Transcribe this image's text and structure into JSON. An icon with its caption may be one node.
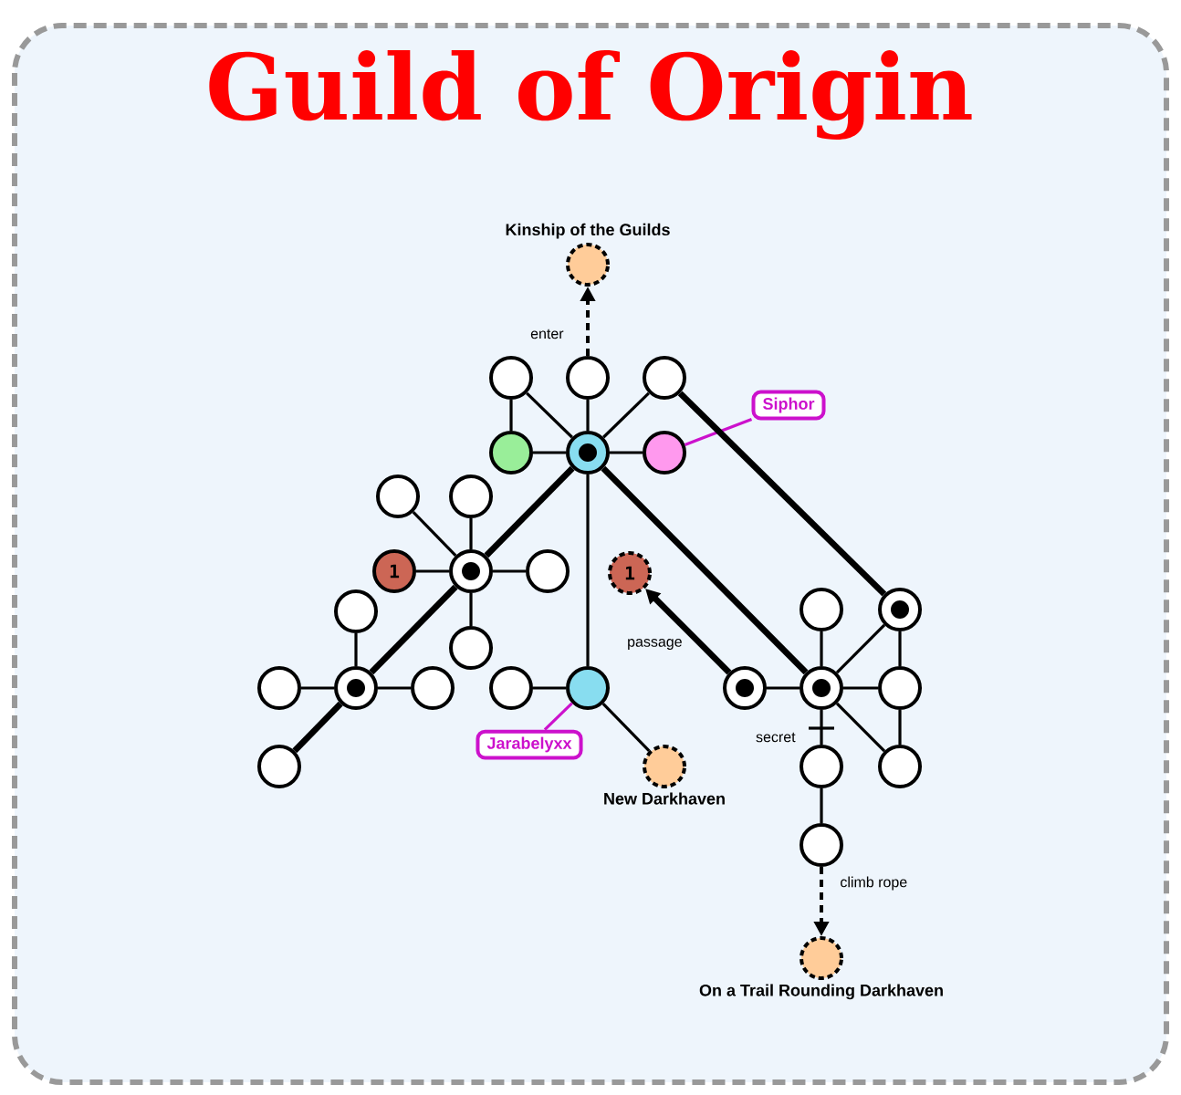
{
  "diagram": {
    "title": "Guild of Origin",
    "nodes": [
      {
        "text": [],
        "shape": "circle"
      },
      {
        "text": [],
        "shape": "circle"
      },
      {
        "text": [],
        "shape": "circle"
      },
      {
        "text": [],
        "shape": "circle"
      },
      {
        "text": [],
        "shape": "circle"
      },
      {
        "text": [],
        "shape": "circle"
      },
      {
        "text": [
          "Siphor"
        ]
      },
      {
        "text": [],
        "shape": "circle",
        "beside": [
          "Kinship of the Guilds"
        ]
      },
      {
        "text": [],
        "shape": "circle"
      },
      {
        "text": [],
        "shape": "circle"
      },
      {
        "text": [],
        "shape": "circle"
      },
      {
        "text": [
          "1"
        ]
      },
      {
        "text": [],
        "shape": "circle"
      },
      {
        "text": [],
        "shape": "circle"
      },
      {
        "text": [],
        "shape": "circle"
      },
      {
        "text": [],
        "shape": "circle"
      },
      {
        "text": [],
        "shape": "circle"
      },
      {
        "text": [],
        "shape": "circle"
      },
      {
        "text": [],
        "shape": "circle"
      },
      {
        "text": [],
        "shape": "circle"
      },
      {
        "text": [],
        "shape": "circle"
      },
      {
        "text": [],
        "shape": "circle",
        "beside": [
          "New Darkhaven"
        ]
      },
      {
        "text": [
          "Jarabelyxx"
        ]
      },
      {
        "text": [
          "1"
        ]
      },
      {
        "text": [],
        "shape": "circle"
      },
      {
        "text": [],
        "shape": "circle"
      },
      {
        "text": [],
        "shape": "circle"
      },
      {
        "text": [],
        "shape": "circle"
      },
      {
        "text": [],
        "shape": "circle"
      },
      {
        "text": [],
        "shape": "circle"
      },
      {
        "text": [],
        "shape": "circle"
      },
      {
        "text": [],
        "shape": "circle",
        "beside": [
          "On a Trail Rounding Darkhaven"
        ]
      },
      {
        "text": [],
        "shape": "circle"
      }
    ],
    "edges": [
      {
        "from": 2,
        "to": 7,
        "arrow": "to",
        "style": "dashed",
        "label": "enter"
      },
      {
        "from": 0,
        "to": 1,
        "arrow": "none"
      },
      {
        "from": 0,
        "to": 2,
        "arrow": "none"
      },
      {
        "from": 0,
        "to": 3,
        "arrow": "none"
      },
      {
        "from": 0,
        "to": 4,
        "arrow": "none"
      },
      {
        "from": 0,
        "to": 5,
        "arrow": "none"
      },
      {
        "from": 4,
        "to": 1,
        "arrow": "none"
      },
      {
        "from": 5,
        "to": 6,
        "arrow": "none",
        "color": "#cc11cc"
      },
      {
        "from": 0,
        "to": 19,
        "arrow": "none"
      },
      {
        "from": 0,
        "to": 8,
        "arrow": "none",
        "style": "thick"
      },
      {
        "from": 0,
        "to": 25,
        "arrow": "none",
        "style": "thick"
      },
      {
        "from": 3,
        "to": 32,
        "arrow": "none",
        "style": "thick"
      },
      {
        "from": 8,
        "to": 9,
        "arrow": "none"
      },
      {
        "from": 8,
        "to": 10,
        "arrow": "none"
      },
      {
        "from": 8,
        "to": 11,
        "arrow": "none"
      },
      {
        "from": 8,
        "to": 12,
        "arrow": "none"
      },
      {
        "from": 8,
        "to": 13,
        "arrow": "none"
      },
      {
        "from": 8,
        "to": 14,
        "arrow": "none",
        "style": "thick"
      },
      {
        "from": 14,
        "to": 15,
        "arrow": "none"
      },
      {
        "from": 14,
        "to": 16,
        "arrow": "none"
      },
      {
        "from": 14,
        "to": 17,
        "arrow": "none"
      },
      {
        "from": 14,
        "to": 18,
        "arrow": "none",
        "style": "thick"
      },
      {
        "from": 19,
        "to": 20,
        "arrow": "none"
      },
      {
        "from": 19,
        "to": 21,
        "arrow": "none"
      },
      {
        "from": 19,
        "to": 22,
        "arrow": "none",
        "color": "#cc11cc"
      },
      {
        "from": 24,
        "to": 23,
        "arrow": "to",
        "style": "thick",
        "label": "passage"
      },
      {
        "from": 24,
        "to": 25,
        "arrow": "none"
      },
      {
        "from": 25,
        "to": 26,
        "arrow": "none"
      },
      {
        "from": 25,
        "to": 27,
        "arrow": "none"
      },
      {
        "from": 25,
        "to": 28,
        "arrow": "none"
      },
      {
        "from": 25,
        "to": 29,
        "arrow": "none",
        "label": "secret"
      },
      {
        "from": 25,
        "to": 32,
        "arrow": "none"
      },
      {
        "from": 32,
        "to": 27,
        "arrow": "none"
      },
      {
        "from": 27,
        "to": 28,
        "arrow": "none"
      },
      {
        "from": 29,
        "to": 30,
        "arrow": "none"
      },
      {
        "from": 30,
        "to": 31,
        "arrow": "to",
        "style": "dashed",
        "label": "climb rope"
      }
    ]
  }
}
